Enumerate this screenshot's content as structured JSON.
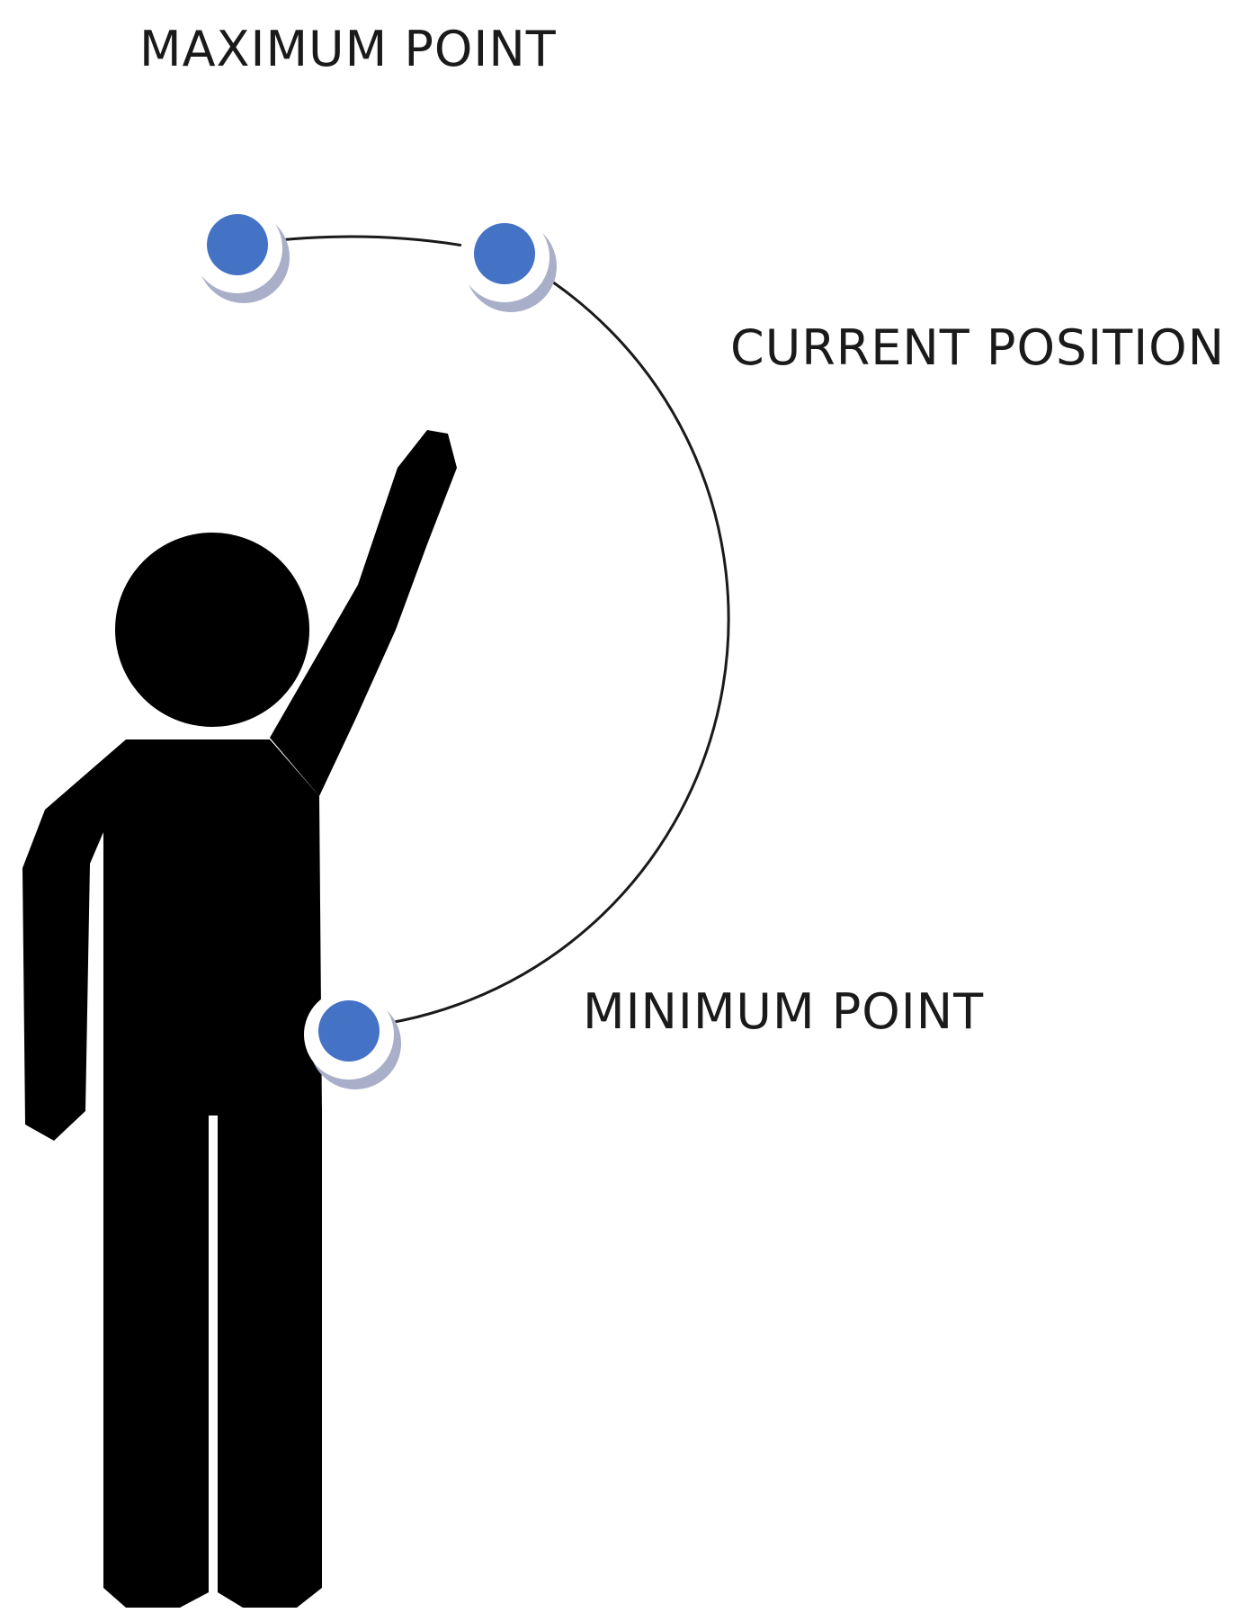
{
  "labels": {
    "maximum_point": "MAXIMUM POINT",
    "current_position": "CURRENT POSITION",
    "minimum_point": "MINIMUM POINT"
  },
  "colors": {
    "figure": "#000000",
    "marker_fill": "#4472c4",
    "marker_ring": "#ffffff",
    "marker_shadow": "#a9afc9",
    "arc_stroke": "#1a1a1a",
    "label_text": "#1a1a1a"
  },
  "icons": {
    "figure": "person-raising-arm-icon",
    "marker": "circle-marker-icon"
  }
}
